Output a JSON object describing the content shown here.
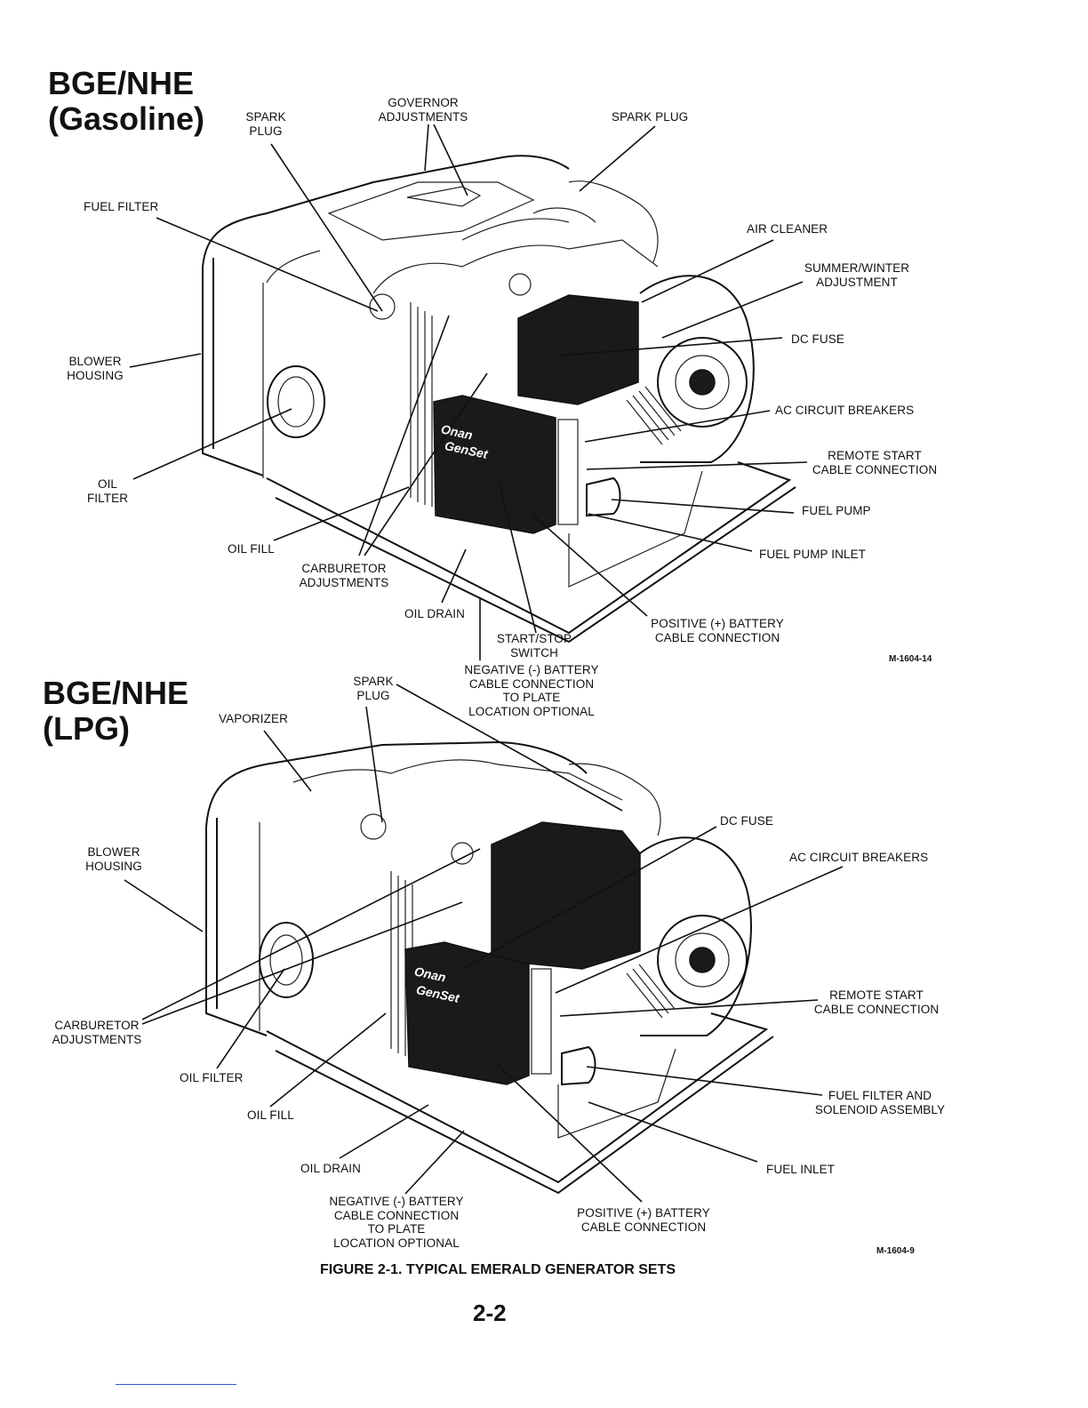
{
  "top_figure": {
    "title_line1": "BGE/NHE",
    "title_line2": "(Gasoline)",
    "code": "M-1604-14",
    "labels": {
      "spark_plug_left": [
        "SPARK",
        "PLUG"
      ],
      "governor": [
        "GOVERNOR",
        "ADJUSTMENTS"
      ],
      "spark_plug_right": "SPARK PLUG",
      "fuel_filter": "FUEL FILTER",
      "air_cleaner": "AIR CLEANER",
      "summer_winter": [
        "SUMMER/WINTER",
        "ADJUSTMENT"
      ],
      "dc_fuse": "DC FUSE",
      "blower_housing": [
        "BLOWER",
        "HOUSING"
      ],
      "ac_breakers": "AC CIRCUIT BREAKERS",
      "remote_start": [
        "REMOTE START",
        "CABLE CONNECTION"
      ],
      "oil_filter": [
        "OIL",
        "FILTER"
      ],
      "fuel_pump": "FUEL PUMP",
      "oil_fill": "OIL FILL",
      "fuel_pump_inlet": "FUEL PUMP INLET",
      "carburetor": [
        "CARBURETOR",
        "ADJUSTMENTS"
      ],
      "oil_drain": "OIL DRAIN",
      "positive_battery": [
        "POSITIVE (+) BATTERY",
        "CABLE CONNECTION"
      ],
      "start_stop": [
        "START/STOP",
        "SWITCH"
      ],
      "negative_battery": [
        "NEGATIVE (-) BATTERY",
        "CABLE CONNECTION",
        "TO PLATE",
        "LOCATION OPTIONAL"
      ]
    }
  },
  "bottom_figure": {
    "title_line1": "BGE/NHE",
    "title_line2": "(LPG)",
    "code": "M-1604-9",
    "labels": {
      "spark_plug": [
        "SPARK",
        "PLUG"
      ],
      "vaporizer": "VAPORIZER",
      "dc_fuse": "DC FUSE",
      "blower_housing": [
        "BLOWER",
        "HOUSING"
      ],
      "ac_breakers": "AC CIRCUIT BREAKERS",
      "remote_start": [
        "REMOTE START",
        "CABLE CONNECTION"
      ],
      "carburetor": [
        "CARBURETOR",
        "ADJUSTMENTS"
      ],
      "oil_filter": "OIL FILTER",
      "fuel_filter_solenoid": [
        "FUEL FILTER AND",
        "SOLENOID ASSEMBLY"
      ],
      "oil_fill": "OIL FILL",
      "oil_drain": "OIL DRAIN",
      "fuel_inlet": "FUEL INLET",
      "negative_battery": [
        "NEGATIVE (-) BATTERY",
        "CABLE CONNECTION",
        "TO PLATE",
        "LOCATION OPTIONAL"
      ],
      "positive_battery": [
        "POSITIVE (+) BATTERY",
        "CABLE CONNECTION"
      ]
    }
  },
  "panel_text": {
    "brand": "Onan",
    "product": "GenSet"
  },
  "caption": "FIGURE 2-1.  TYPICAL EMERALD GENERATOR SETS",
  "page_number": "2-2"
}
